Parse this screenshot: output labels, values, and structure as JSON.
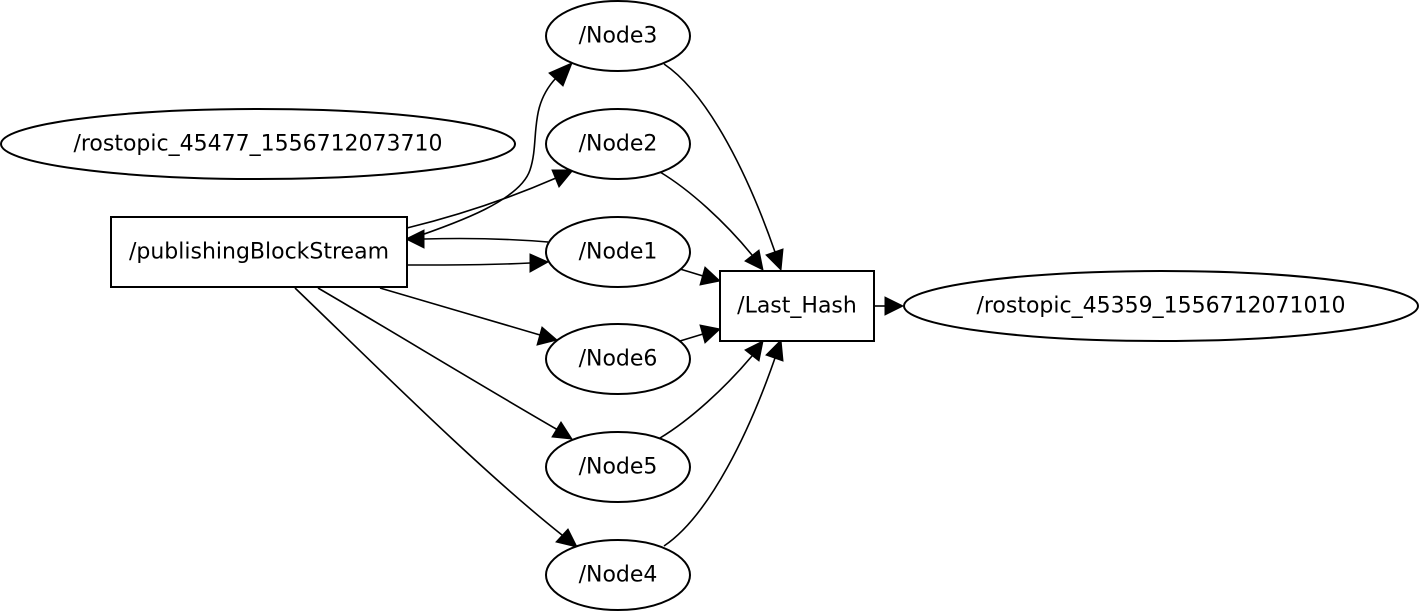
{
  "graph": {
    "nodes": {
      "rostopic_45477": {
        "label": "/rostopic_45477_1556712073710",
        "shape": "ellipse"
      },
      "publishingBlockStream": {
        "label": "/publishingBlockStream",
        "shape": "box"
      },
      "node3": {
        "label": "/Node3",
        "shape": "ellipse"
      },
      "node2": {
        "label": "/Node2",
        "shape": "ellipse"
      },
      "node1": {
        "label": "/Node1",
        "shape": "ellipse"
      },
      "node6": {
        "label": "/Node6",
        "shape": "ellipse"
      },
      "node5": {
        "label": "/Node5",
        "shape": "ellipse"
      },
      "node4": {
        "label": "/Node4",
        "shape": "ellipse"
      },
      "last_hash": {
        "label": "/Last_Hash",
        "shape": "box"
      },
      "rostopic_45359": {
        "label": "/rostopic_45359_1556712071010",
        "shape": "ellipse"
      }
    },
    "edges": [
      {
        "from": "publishingBlockStream",
        "to": "node3"
      },
      {
        "from": "publishingBlockStream",
        "to": "node2"
      },
      {
        "from": "publishingBlockStream",
        "to": "node1"
      },
      {
        "from": "node1",
        "to": "publishingBlockStream"
      },
      {
        "from": "publishingBlockStream",
        "to": "node6"
      },
      {
        "from": "publishingBlockStream",
        "to": "node5"
      },
      {
        "from": "publishingBlockStream",
        "to": "node4"
      },
      {
        "from": "node3",
        "to": "last_hash"
      },
      {
        "from": "node2",
        "to": "last_hash"
      },
      {
        "from": "node1",
        "to": "last_hash"
      },
      {
        "from": "node6",
        "to": "last_hash"
      },
      {
        "from": "node5",
        "to": "last_hash"
      },
      {
        "from": "node4",
        "to": "last_hash"
      },
      {
        "from": "last_hash",
        "to": "rostopic_45359"
      }
    ]
  }
}
